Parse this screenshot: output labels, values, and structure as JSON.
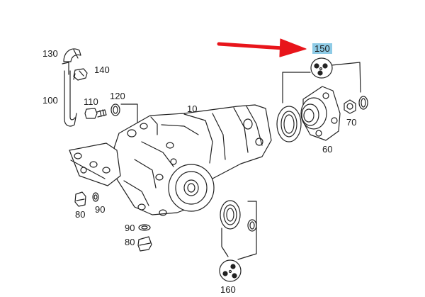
{
  "diagram": {
    "part_labels": {
      "p130": "130",
      "p140": "140",
      "p100": "100",
      "p110": "110",
      "p120": "120",
      "p10": "10",
      "p150": "150",
      "p70": "70",
      "p60": "60",
      "p80a": "80",
      "p90a": "90",
      "p90b": "90",
      "p80b": "80",
      "p160": "160"
    },
    "highlighted_part": "150",
    "colors": {
      "arrow": "#e8151b",
      "highlight": "#8ecbe6",
      "line": "#222222"
    }
  }
}
